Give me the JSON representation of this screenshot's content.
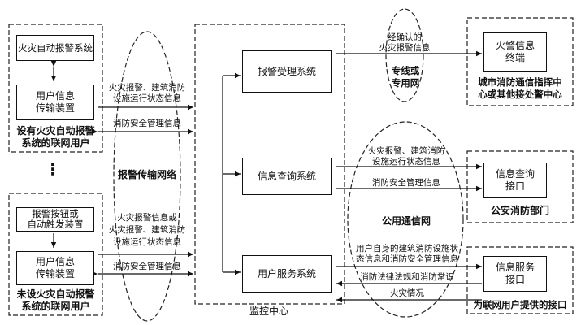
{
  "left_group1": {
    "fire_alarm_system": "火灾自动报警系统",
    "user_info_device": "用户信息\n传输装置",
    "caption": "设有火灾自动报警\n系统的联网用户"
  },
  "left_group2": {
    "alarm_button": "报警按钮或\n自动触发装置",
    "user_info_device": "用户信息\n传输装置",
    "caption": "未设火灾自动报警\n系统的联网用户"
  },
  "ellipsis": "⋮",
  "alarm_network": "报警传输网络",
  "left_links": {
    "top_status": "火灾报警、建筑消防\n设施运行状态信息",
    "top_mgmt": "消防安全管理信息",
    "bottom_status": "火灾报警信息或\n火灾报警、建筑消防\n设施运行状态信息",
    "bottom_mgmt": "消防安全管理信息"
  },
  "center": {
    "alarm_system": "报警受理系统",
    "query_system": "信息查询系统",
    "service_system": "用户服务系统",
    "caption": "监控中心"
  },
  "right_links": {
    "confirmed": "经确认的\n火灾报警信息",
    "dedicated_line": "专线或\n专用网",
    "query_status": "火灾报警、建筑消防\n设施运行状态信息",
    "query_mgmt": "消防安全管理信息",
    "public_network": "公用通信网",
    "service_self": "用户自身的建筑消防设施状\n态信息和消防安全管理信息",
    "service_law": "消防法律法规和消防常识",
    "service_fire": "火灾情况"
  },
  "right_boxes": {
    "fire_terminal": "火警信息\n终端",
    "fire_caption": "城市消防通信指挥中\n心或其他接处警中心",
    "query_interface": "信息查询\n接口",
    "query_caption": "公安消防部门",
    "service_interface": "信息服务\n接口",
    "service_caption": "为联网用户提供的接口"
  }
}
